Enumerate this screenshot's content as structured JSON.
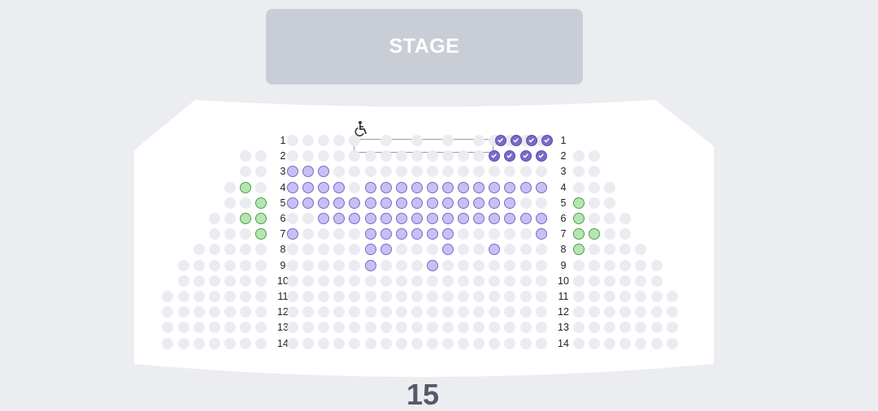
{
  "stage": {
    "label": "STAGE"
  },
  "section_label": "15",
  "row_labels": [
    "1",
    "2",
    "3",
    "4",
    "5",
    "6",
    "7",
    "8",
    "9",
    "10",
    "11",
    "12",
    "13",
    "14"
  ],
  "icons": {
    "wheelchair": "wheelchair-icon",
    "selected_mark": "check-icon"
  },
  "colors": {
    "background": "#ecedf1",
    "stage": "#c9cdd6",
    "hall": "#ffffff",
    "empty_seat": "#ebecf2",
    "available_seat": "#c8bff5",
    "selected_seat": "#7a6ac9",
    "green_seat": "#b5e6b2"
  },
  "seats": {
    "1": {
      "center": ".........................SSSS"
    },
    "2": {
      "left": "...",
      "center": ".............SSSSS"
    },
    "3": {
      "left": "...",
      "center": "AAA..............AAAA"
    },
    "4": {
      "left": ".G",
      "center": "AAAA.AAAAAAAAAAAA."
    },
    "5": {
      "left": "..G",
      "center": "AAAAAAAAAAAAAAA..A",
      "right": "G"
    },
    "6": {
      "left": "..GG",
      "center": "..AAAAAAAAAAAAAAA",
      "right": "G"
    },
    "7": {
      "left": "...G",
      "center": "A....AAAAAA.....AAA",
      "right": "GG"
    },
    "8": {
      "left": "....",
      "center": ".....AA...A..A",
      "right": "G"
    },
    "9": {
      "left": "......",
      "center": ".....A...A"
    },
    "10": {
      "left": "......",
      "center": ""
    },
    "11": {
      "left": "......",
      "center": ""
    },
    "12": {
      "left": "......",
      "center": ""
    },
    "13": {
      "left": "......",
      "center": ""
    },
    "14": {
      "left": "......",
      "center": ""
    }
  }
}
